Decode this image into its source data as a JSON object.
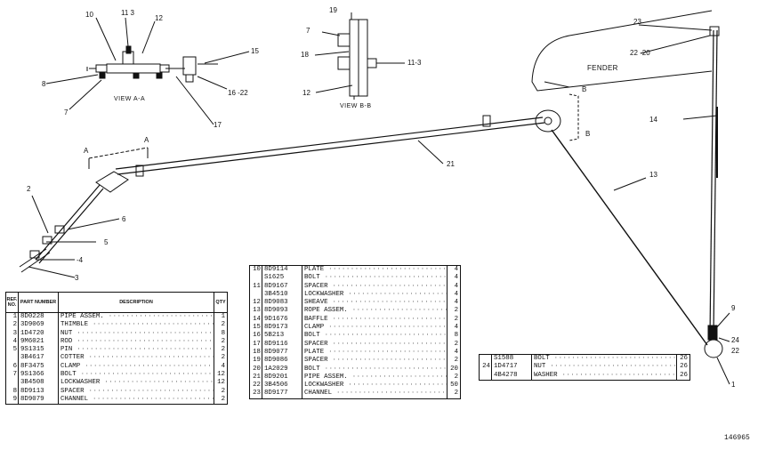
{
  "callouts": [
    {
      "id": "c10",
      "text": "10"
    },
    {
      "id": "c11_3",
      "text": "11 3"
    },
    {
      "id": "c12a",
      "text": "12"
    },
    {
      "id": "c15",
      "text": "15"
    },
    {
      "id": "c8",
      "text": "8"
    },
    {
      "id": "c7a",
      "text": "7"
    },
    {
      "id": "c16_22",
      "text": "16 -22"
    },
    {
      "id": "c17",
      "text": "17"
    },
    {
      "id": "c19",
      "text": "19"
    },
    {
      "id": "c7b",
      "text": "7"
    },
    {
      "id": "c18",
      "text": "18"
    },
    {
      "id": "c11_3b",
      "text": "11-3"
    },
    {
      "id": "c12b",
      "text": "12"
    },
    {
      "id": "cB1",
      "text": "B"
    },
    {
      "id": "cB2",
      "text": "B"
    },
    {
      "id": "c23",
      "text": "23"
    },
    {
      "id": "c22_20",
      "text": "22  -20"
    },
    {
      "id": "c14",
      "text": "14"
    },
    {
      "id": "c21",
      "text": "21"
    },
    {
      "id": "c13",
      "text": "13"
    },
    {
      "id": "cA1",
      "text": "A"
    },
    {
      "id": "cA2",
      "text": "A"
    },
    {
      "id": "c2",
      "text": "2"
    },
    {
      "id": "c6",
      "text": "6"
    },
    {
      "id": "c5",
      "text": "5"
    },
    {
      "id": "c4",
      "text": "-4"
    },
    {
      "id": "c3",
      "text": "3"
    },
    {
      "id": "c9",
      "text": "9"
    },
    {
      "id": "c24",
      "text": "24"
    },
    {
      "id": "c22b",
      "text": "22"
    },
    {
      "id": "c1",
      "text": "1"
    }
  ],
  "view_labels": {
    "view_aa": "VIEW A-A",
    "view_bb": "VIEW B-B"
  },
  "fender_label": "FENDER",
  "table_headers": {
    "ref": "REF. NO.",
    "part": "PART NUMBER",
    "desc": "DESCRIPTION",
    "qty": "QTY"
  },
  "table1": [
    {
      "ref": "1",
      "pn": "8D0228",
      "desc": "PIPE ASSEM.",
      "qty": "1"
    },
    {
      "ref": "2",
      "pn": "3D9069",
      "desc": "THIMBLE",
      "qty": "2"
    },
    {
      "ref": "3",
      "pn": "1D4720",
      "desc": "NUT",
      "qty": "8"
    },
    {
      "ref": "4",
      "pn": "9M6021",
      "desc": "ROD",
      "qty": "2"
    },
    {
      "ref": "5",
      "pn": "9S1315",
      "desc": "PIN",
      "qty": "2"
    },
    {
      "ref": "",
      "pn": "3B4617",
      "desc": "COTTER",
      "qty": "2"
    },
    {
      "ref": "6",
      "pn": "8F3475",
      "desc": "CLAMP",
      "qty": "4"
    },
    {
      "ref": "7",
      "pn": "9S1366",
      "desc": "BOLT",
      "qty": "12"
    },
    {
      "ref": "",
      "pn": "3B4508",
      "desc": "LOCKWASHER",
      "qty": "12"
    },
    {
      "ref": "8",
      "pn": "8D9113",
      "desc": "SPACER",
      "qty": "2"
    },
    {
      "ref": "9",
      "pn": "8D9079",
      "desc": "CHANNEL",
      "qty": "2"
    }
  ],
  "table2": [
    {
      "ref": "10",
      "pn": "8D9114",
      "desc": "PLATE",
      "qty": "4"
    },
    {
      "ref": "",
      "pn": "S1625",
      "desc": "BOLT",
      "qty": "4"
    },
    {
      "ref": "11",
      "pn": "8D9167",
      "desc": "SPACER",
      "qty": "4"
    },
    {
      "ref": "",
      "pn": "3B4510",
      "desc": "LOCKWASHER",
      "qty": "4"
    },
    {
      "ref": "12",
      "pn": "8D9083",
      "desc": "SHEAVE",
      "qty": "4"
    },
    {
      "ref": "13",
      "pn": "8D9093",
      "desc": "ROPE ASSEM.",
      "qty": "2"
    },
    {
      "ref": "14",
      "pn": "9D1676",
      "desc": "BAFFLE",
      "qty": "2"
    },
    {
      "ref": "15",
      "pn": "8D9173",
      "desc": "CLAMP",
      "qty": "4"
    },
    {
      "ref": "16",
      "pn": "5B213",
      "desc": "BOLT",
      "qty": "8"
    },
    {
      "ref": "17",
      "pn": "8D9116",
      "desc": "SPACER",
      "qty": "2"
    },
    {
      "ref": "18",
      "pn": "8D9077",
      "desc": "PLATE",
      "qty": "4"
    },
    {
      "ref": "19",
      "pn": "8D9086",
      "desc": "SPACER",
      "qty": "2"
    },
    {
      "ref": "20",
      "pn": "1A2029",
      "desc": "BOLT",
      "qty": "20"
    },
    {
      "ref": "21",
      "pn": "8D9201",
      "desc": "PIPE ASSEM.",
      "qty": "2"
    },
    {
      "ref": "22",
      "pn": "3B4506",
      "desc": "LOCKWASHER",
      "qty": "50"
    },
    {
      "ref": "23",
      "pn": "8D9177",
      "desc": "CHANNEL",
      "qty": "2"
    }
  ],
  "table3": [
    {
      "ref": "",
      "pn": "S1588",
      "desc": "BOLT",
      "qty": "26"
    },
    {
      "ref": "24",
      "pn": "1D4717",
      "desc": "NUT",
      "qty": "26"
    },
    {
      "ref": "",
      "pn": "4B4278",
      "desc": "WASHER",
      "qty": "26"
    }
  ],
  "figure_number": "146965"
}
